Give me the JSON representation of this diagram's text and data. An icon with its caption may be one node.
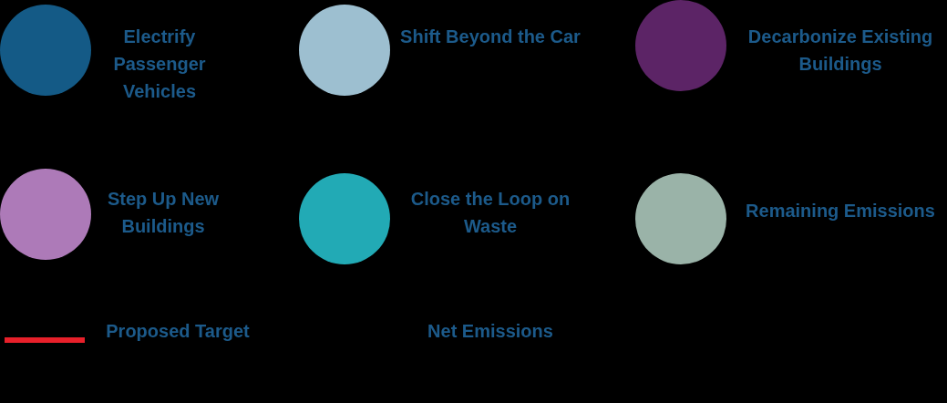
{
  "diagram": {
    "legend": [
      {
        "text": "Electrify Passenger Vehicles",
        "color": "#145a86"
      },
      {
        "text": "Shift Beyond the Car",
        "color": "#9dbfd0"
      },
      {
        "text": "Decarbonize Existing Buildings",
        "color": "#5c2466"
      },
      {
        "text": "Step Up New Buildings",
        "color": "#ad7ab8"
      },
      {
        "text": "Close the Loop on Waste",
        "color": "#22aab5"
      },
      {
        "text": "Remaining Emissions",
        "color": "#9ab3a8"
      },
      {
        "text": "Proposed Target"
      },
      {
        "text": "Net Emissions"
      }
    ]
  }
}
